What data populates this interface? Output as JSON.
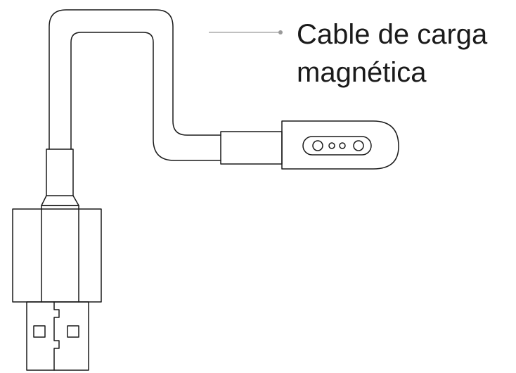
{
  "callout": {
    "line1": "Cable de carga",
    "line2": "magnética"
  },
  "colors": {
    "stroke": "#1a1a1a",
    "leader": "#9a9a9a",
    "background": "#ffffff"
  },
  "icons": [
    "usb-plug",
    "magnetic-charging-head",
    "pogo-pin-contacts"
  ]
}
